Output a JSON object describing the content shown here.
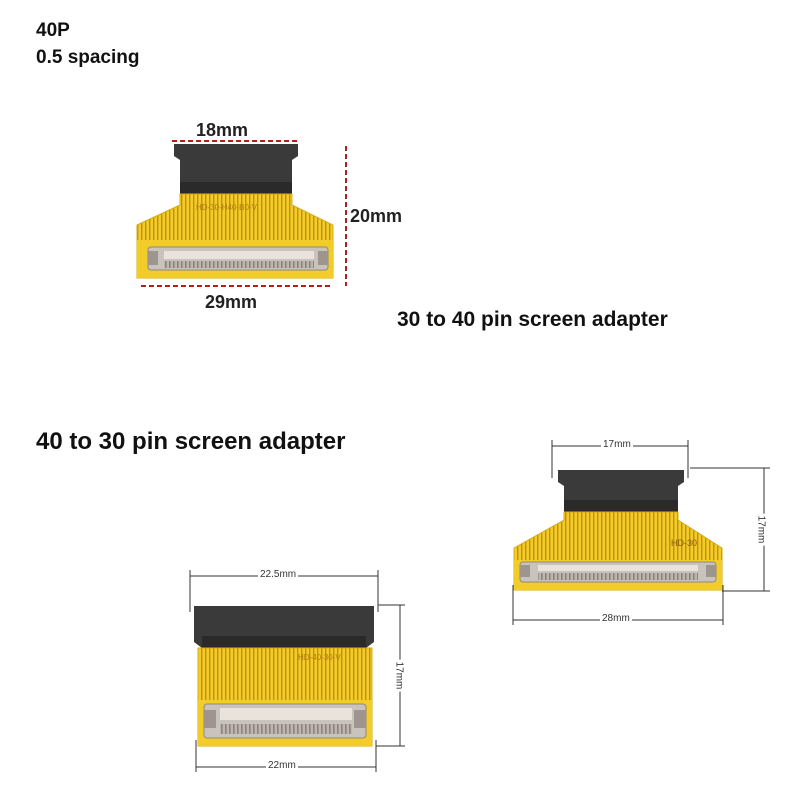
{
  "header": {
    "pins": "40P",
    "spacing": "0.5 spacing"
  },
  "adapter_30_to_40": {
    "title": "30 to 40 pin screen adapter",
    "dim_top": "18mm",
    "dim_side": "20mm",
    "dim_bottom": "29mm",
    "board_print": "HD-30-H40-B0-V"
  },
  "adapter_40_to_30": {
    "title": "40 to 30 pin screen adapter",
    "small": {
      "dim_top": "17mm",
      "dim_side": "17mm",
      "dim_bottom": "28mm",
      "board_print": "HD-30"
    },
    "large": {
      "dim_top": "22.5mm",
      "dim_side": "17mm",
      "dim_bottom": "22mm",
      "board_print": "HD-40-30-V"
    }
  },
  "colors": {
    "board": "#f2cc28",
    "board_edge": "#d9ab12",
    "trace": "#c88a14",
    "connector_black": "#3a3a3a",
    "metal": "#c9c3bd",
    "dashed_red": "#b02020"
  }
}
